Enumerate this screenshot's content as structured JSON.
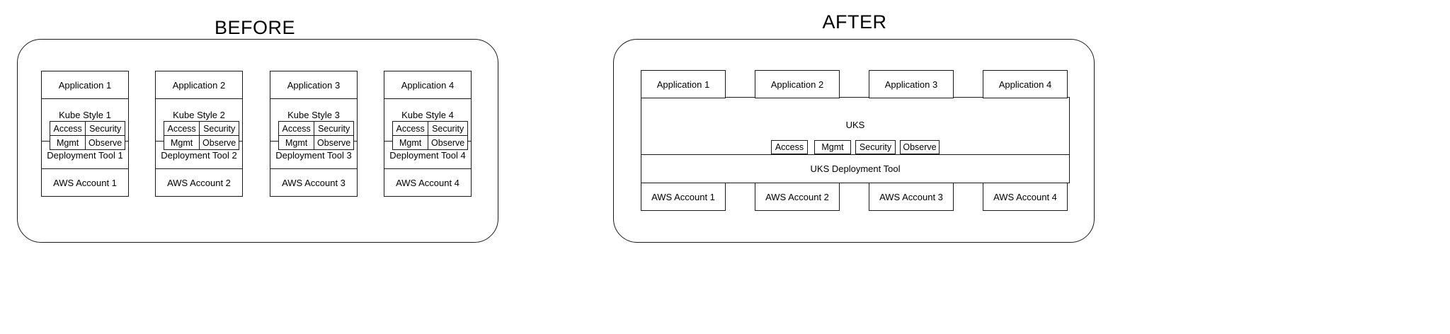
{
  "before": {
    "title": "BEFORE",
    "stacks": [
      {
        "application": "Application 1",
        "platform": "Kube Style 1",
        "capabilities": [
          "Access",
          "Security",
          "Mgmt",
          "Observe"
        ],
        "deployment": "Deployment Tool 1",
        "account": "AWS Account 1"
      },
      {
        "application": "Application 2",
        "platform": "Kube Style 2",
        "capabilities": [
          "Access",
          "Security",
          "Mgmt",
          "Observe"
        ],
        "deployment": "Deployment Tool 2",
        "account": "AWS Account 2"
      },
      {
        "application": "Application 3",
        "platform": "Kube Style 3",
        "capabilities": [
          "Access",
          "Security",
          "Mgmt",
          "Observe"
        ],
        "deployment": "Deployment Tool 3",
        "account": "AWS Account 3"
      },
      {
        "application": "Application 4",
        "platform": "Kube Style 4",
        "capabilities": [
          "Access",
          "Security",
          "Mgmt",
          "Observe"
        ],
        "deployment": "Deployment Tool 4",
        "account": "AWS Account 4"
      }
    ]
  },
  "after": {
    "title": "AFTER",
    "applications": [
      "Application 1",
      "Application 2",
      "Application 3",
      "Application 4"
    ],
    "platform": "UKS",
    "capabilities": [
      "Access",
      "Mgmt",
      "Security",
      "Observe"
    ],
    "deployment": "UKS Deployment Tool",
    "accounts": [
      "AWS Account 1",
      "AWS Account 2",
      "AWS Account 3",
      "AWS Account 4"
    ]
  },
  "style": {
    "stroke": "#1a1a1a",
    "background": "#ffffff",
    "text": "#000000"
  }
}
